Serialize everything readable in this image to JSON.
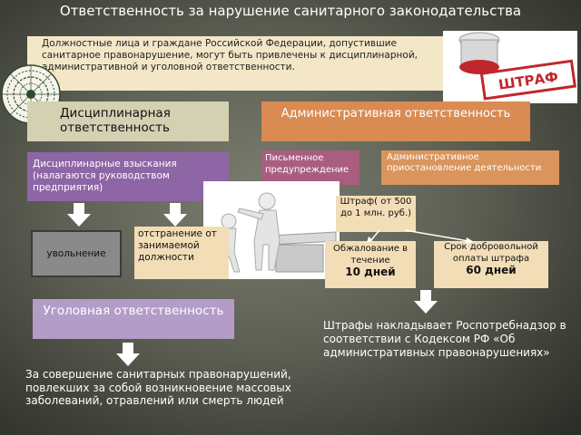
{
  "title": "Ответственность за нарушение санитарного законодательства",
  "intro": "Должностные лица и граждане Российской Федерации, допустившие санитарное правонарушение, могут быть привлечены к дисциплинарной, административной и уголовной ответственности.",
  "stamp": {
    "text": "ШТРАФ",
    "icon": "stamp-icon",
    "color": "#c0272d"
  },
  "seal_icon": "mandala-seal-icon",
  "illustration_icon": "people-at-desk-icon",
  "disciplinary": {
    "heading": "Дисциплинарная ответственность",
    "penalties": "Дисциплинарные взыскания (налагаются руководством предприятия)",
    "dismissal": "увольнение",
    "removal": "отстранение от занимаемой должности"
  },
  "administrative": {
    "heading": "Административная ответственность",
    "warning": "Письменное предупреждение",
    "suspension": "Административное приостановление деятельности",
    "fine": "Штраф( от 500 до 1 млн. руб.)",
    "appeal_label": "Обжалование в течение",
    "appeal_term": "10 дней",
    "payment_label": "Срок добровольной оплаты штрафа",
    "payment_term": "60 дней",
    "authority_note": "Штрафы накладывает Роспотребнадзор в соответствии с Кодексом РФ «Об административных правонарушениях»"
  },
  "criminal": {
    "heading": "Уголовная ответственность",
    "description": "За совершение санитарных правонарушений, повлекших за собой возникновение массовых заболеваний, отравлений или смерть людей"
  },
  "colors": {
    "disciplinary": "#d4d0b2",
    "administrative": "#d98b52",
    "purple": "#8e66a6",
    "criminal": "#b49cc8",
    "cream": "#f2ddb7"
  }
}
